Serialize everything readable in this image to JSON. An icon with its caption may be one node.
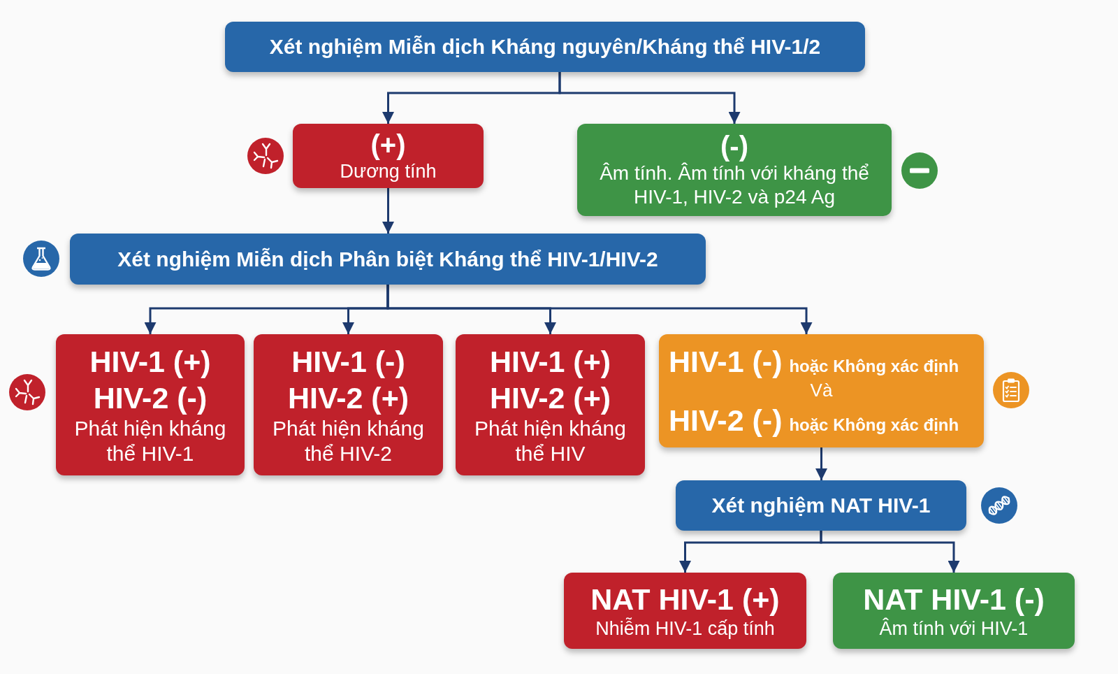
{
  "diagram": {
    "nodes": [
      {
        "text": [
          "Xét nghiệm Miễn dịch Kháng nguyên/Kháng thể HIV-1/2"
        ]
      },
      {
        "text": [
          "(+)",
          "Dương tính"
        ]
      },
      {
        "text": [
          "(-)",
          "Âm tính. Âm tính với kháng thể HIV-1, HIV-2 và p24 Ag"
        ]
      },
      {
        "text": [
          "Xét nghiệm Miễn dịch Phân biệt Kháng thể HIV-1/HIV-2"
        ]
      },
      {
        "text": [
          "HIV-1 (+)",
          "HIV-2 (-)",
          "Phát hiện kháng thể HIV-1"
        ]
      },
      {
        "text": [
          "HIV-1 (-)",
          "HIV-2 (+)",
          "Phát hiện kháng thể HIV-2"
        ]
      },
      {
        "text": [
          "HIV-1 (+)",
          "HIV-2 (+)",
          "Phát hiện kháng thể HIV"
        ]
      },
      {
        "text": [
          "HIV-1 (-)",
          "hoặc Không xác định",
          "Và",
          "HIV-2 (-)",
          "hoặc Không xác định"
        ]
      },
      {
        "text": [
          "Xét nghiệm NAT HIV-1"
        ]
      },
      {
        "text": [
          "NAT HIV-1 (+)",
          "Nhiễm HIV-1 cấp tính"
        ]
      },
      {
        "text": [
          "NAT HIV-1 (-)",
          "Âm tính với HIV-1"
        ]
      }
    ],
    "edges": [
      {
        "from": 0,
        "to": 1,
        "arrow": "to"
      },
      {
        "from": 0,
        "to": 2,
        "arrow": "to"
      },
      {
        "from": 1,
        "to": 3,
        "arrow": "to"
      },
      {
        "from": 3,
        "to": 4,
        "arrow": "to"
      },
      {
        "from": 3,
        "to": 5,
        "arrow": "to"
      },
      {
        "from": 3,
        "to": 6,
        "arrow": "to"
      },
      {
        "from": 3,
        "to": 7,
        "arrow": "to"
      },
      {
        "from": 7,
        "to": 8,
        "arrow": "to"
      },
      {
        "from": 8,
        "to": 9,
        "arrow": "to"
      },
      {
        "from": 8,
        "to": 10,
        "arrow": "to"
      }
    ]
  }
}
